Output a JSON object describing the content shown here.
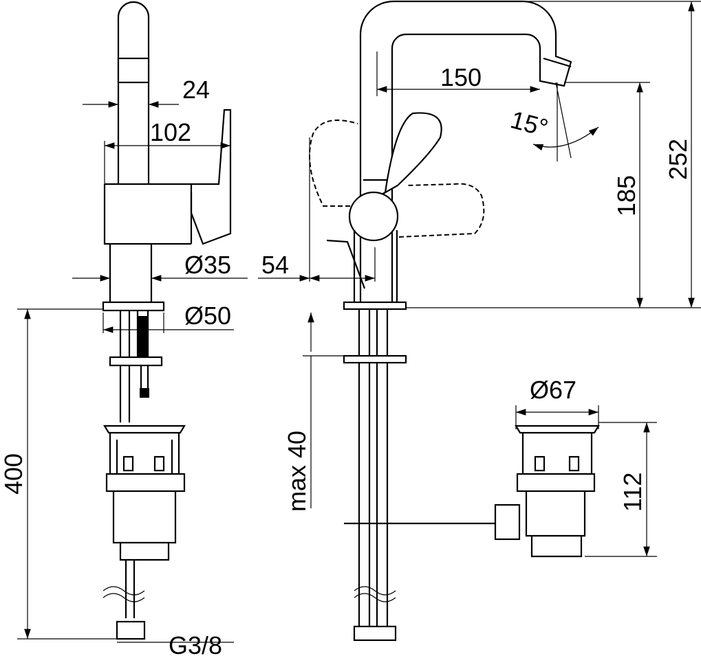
{
  "dimensions": {
    "spout_width": "24",
    "reach_side": "102",
    "body_diameter": "Ø35",
    "base_diameter": "Ø50",
    "hose_length": "400",
    "connection": "G3/8",
    "spout_reach": "150",
    "spout_angle": "15°",
    "spout_height": "185",
    "total_height": "252",
    "handle_offset": "54",
    "max_thickness": "max 40",
    "waste_diameter": "Ø67",
    "waste_height": "112"
  }
}
